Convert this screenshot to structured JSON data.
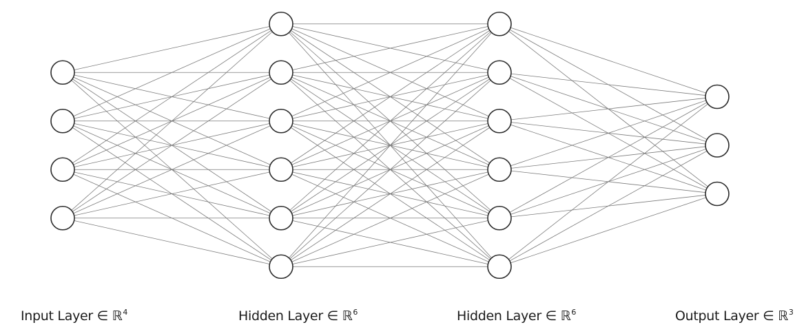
{
  "layers": [
    {
      "label": "Input Layer",
      "symbol": "∈ ℝ",
      "exponent": "4",
      "neuron_count": 4
    },
    {
      "label": "Hidden Layer",
      "symbol": "∈ ℝ",
      "exponent": "6",
      "neuron_count": 6
    },
    {
      "label": "Hidden Layer",
      "symbol": "∈ ℝ",
      "exponent": "6",
      "neuron_count": 6
    },
    {
      "label": "Output Layer",
      "symbol": "∈ ℝ",
      "exponent": "3",
      "neuron_count": 3
    }
  ],
  "colors": {
    "edge": "#7a7a7a",
    "node_stroke": "#2a2a2a",
    "node_fill": "#ffffff",
    "text": "#1a1a1a"
  }
}
